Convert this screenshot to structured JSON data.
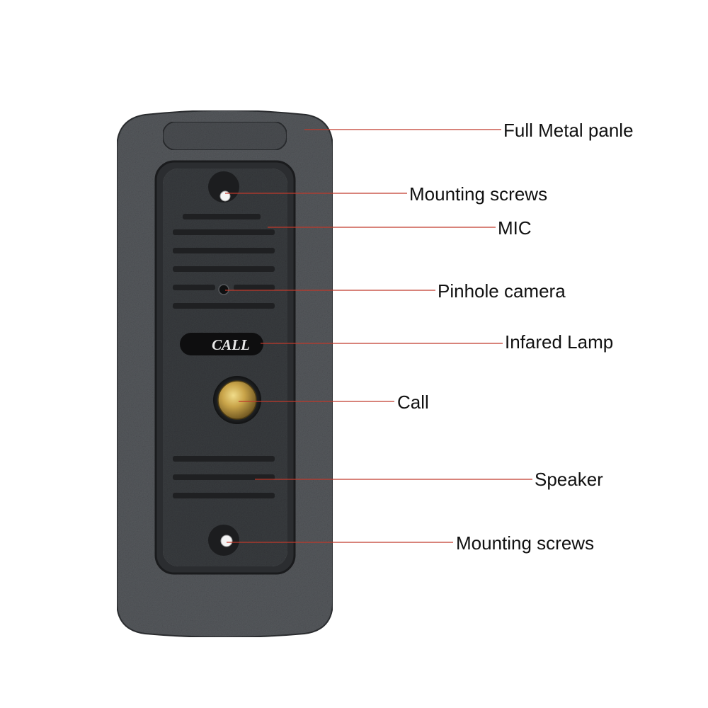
{
  "button_text": "CALL",
  "callouts": [
    {
      "id": "full-metal-panel",
      "label": "Full Metal panle"
    },
    {
      "id": "mounting-screw-top",
      "label": "Mounting screws"
    },
    {
      "id": "mic",
      "label": "MIC"
    },
    {
      "id": "pinhole-camera",
      "label": "Pinhole camera"
    },
    {
      "id": "infrared-lamp",
      "label": "Infared Lamp"
    },
    {
      "id": "call",
      "label": "Call"
    },
    {
      "id": "speaker",
      "label": "Speaker"
    },
    {
      "id": "mounting-screw-bottom",
      "label": "Mounting screws"
    }
  ],
  "colors": {
    "leader_line": "#c0392b",
    "panel": "#56595d",
    "faceplate": "#34373a",
    "button": "#b8953a"
  }
}
